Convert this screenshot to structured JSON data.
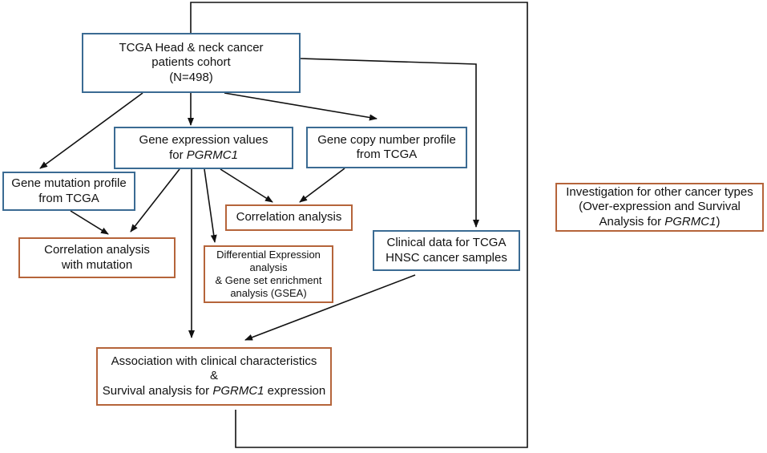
{
  "colors": {
    "input_box_border": "#3b6b93",
    "analysis_box_border": "#b5643a",
    "arrow": "#111111"
  },
  "boxes": {
    "tcga_cohort": {
      "line1": "TCGA Head & neck cancer",
      "line2": "patients cohort",
      "line3": "(N=498)"
    },
    "gene_expression": {
      "line1": "Gene expression values",
      "line2_prefix": "for ",
      "gene": "PGRMC1"
    },
    "copy_number": {
      "line1": "Gene copy number profile",
      "line2": "from TCGA"
    },
    "mutation_profile": {
      "line1": "Gene mutation profile",
      "line2": "from TCGA"
    },
    "correlation_cnv": {
      "line1": "Correlation analysis"
    },
    "correlation_mutation": {
      "line1": "Correlation analysis",
      "line2": "with mutation"
    },
    "differential_expression": {
      "line1": "Differential Expression",
      "line2": "analysis",
      "line3": "& Gene set enrichment",
      "line4": "analysis (GSEA)"
    },
    "clinical_data": {
      "line1": "Clinical data for TCGA",
      "line2": "HNSC cancer samples"
    },
    "association": {
      "line1": "Association with clinical characteristics",
      "line2": "&",
      "line3_prefix": "Survival analysis for ",
      "gene": "PGRMC1",
      "line3_suffix": " expression"
    },
    "other_cancers": {
      "line1": "Investigation for other cancer types",
      "line2": "(Over-expression and Survival",
      "line3_prefix": "Analysis for ",
      "gene": "PGRMC1",
      "line3_suffix": ")"
    }
  }
}
